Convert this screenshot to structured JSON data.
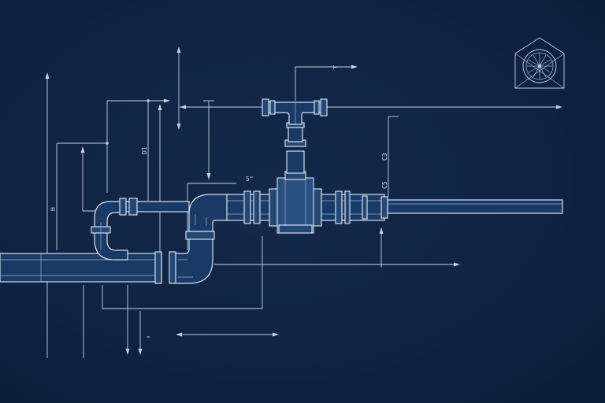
{
  "diagram": {
    "dimension_labels": {
      "top_tap": "⊢",
      "left_vertical": "H",
      "mid_vertical": "D1",
      "elbow_top": "5\"",
      "right_vertical_1": "C3",
      "right_vertical_2": "C5"
    },
    "icons": {
      "corner_symbol": "fan-in-hexagon-icon"
    },
    "colors": {
      "background": "#0e2340",
      "line": "#c4d2e8",
      "pipe_fill": "#1a3a66"
    }
  }
}
